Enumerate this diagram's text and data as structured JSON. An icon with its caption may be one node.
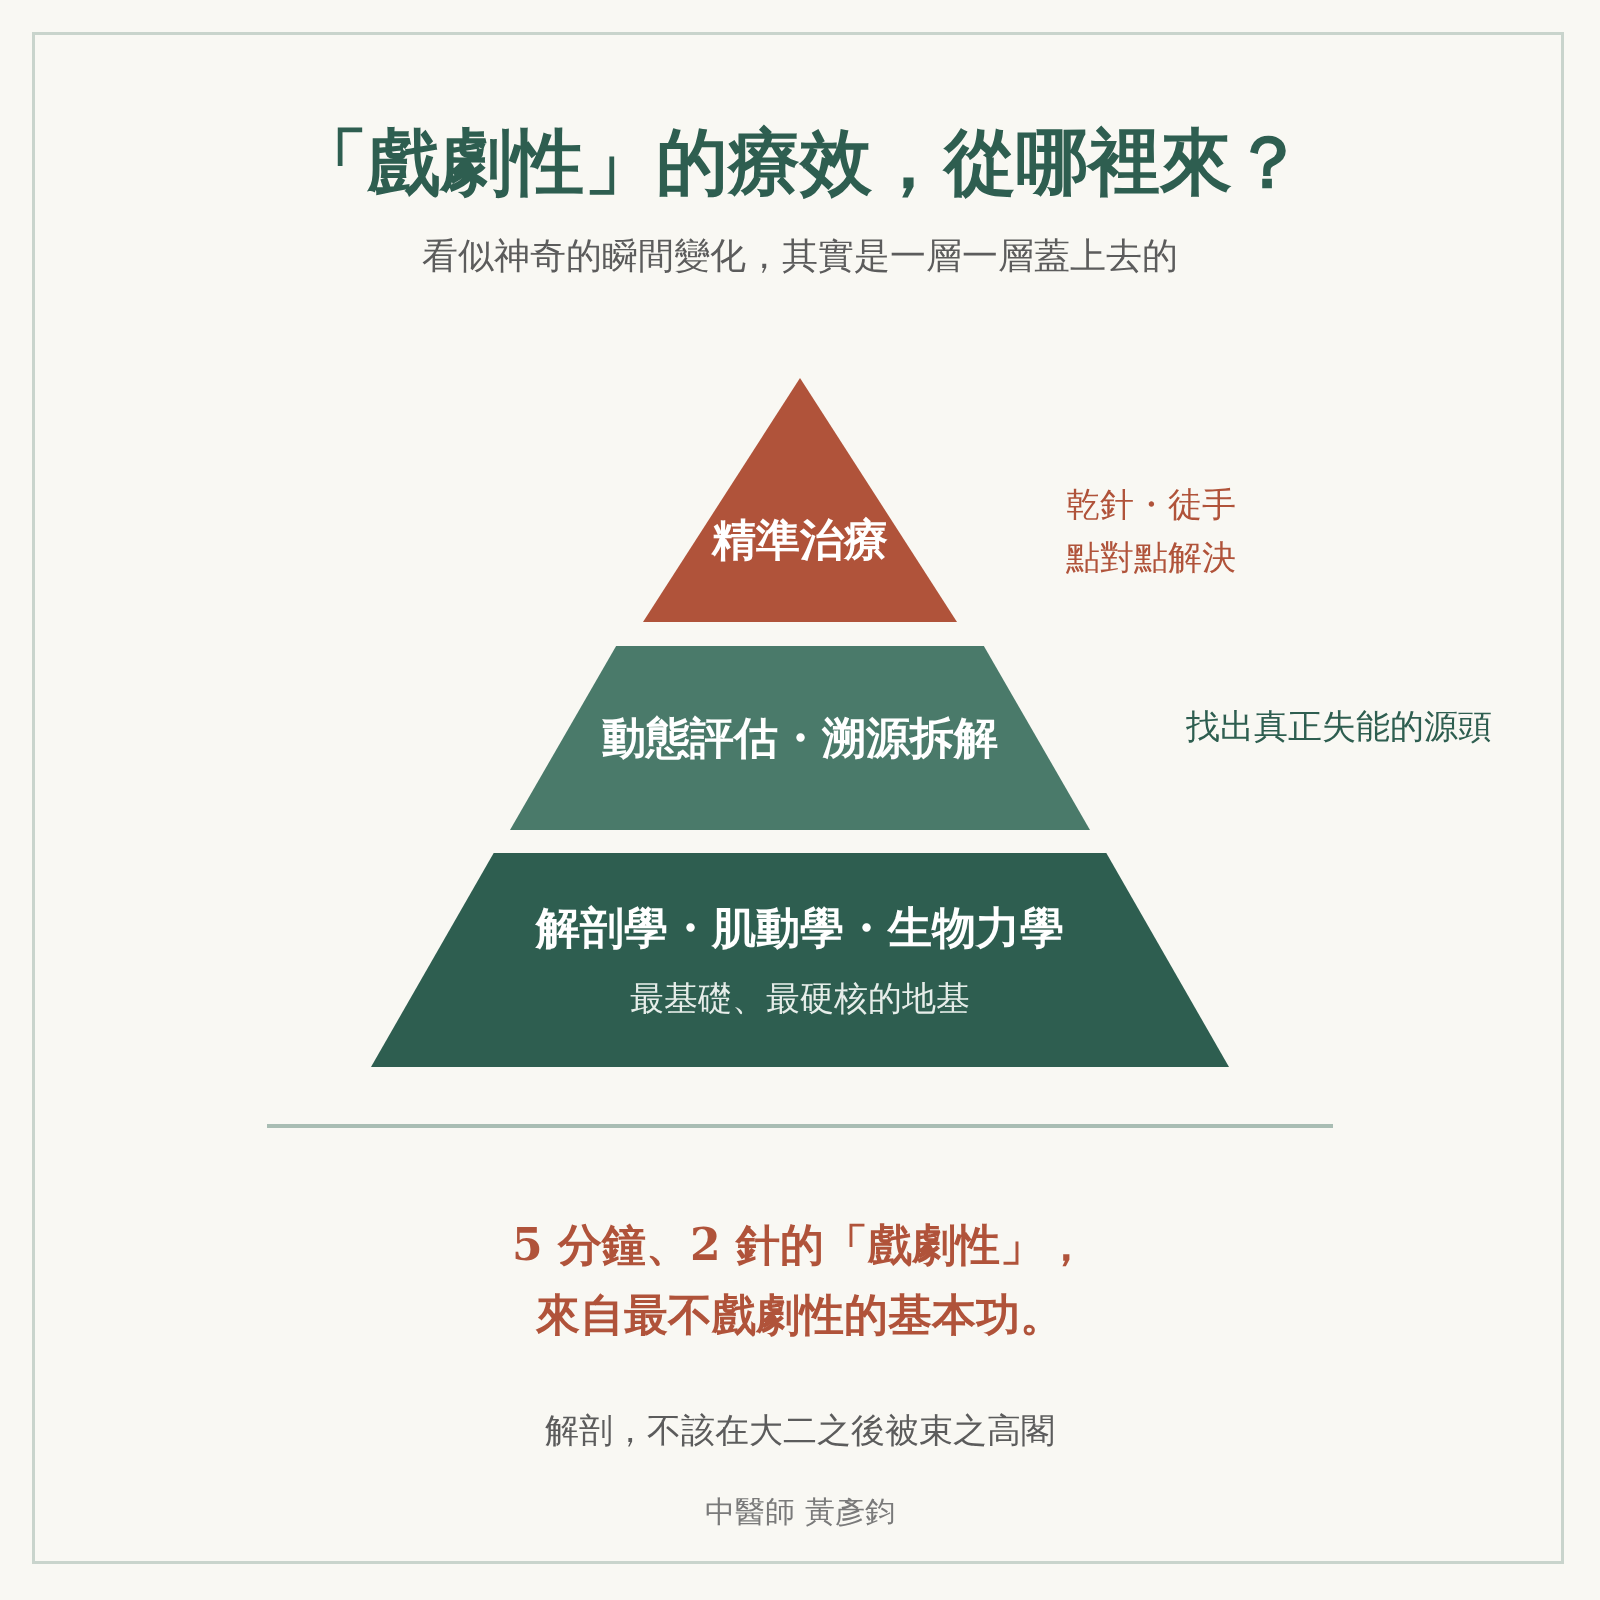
{
  "diagram": {
    "title": "「戲劇性」的療效，從哪裡來？",
    "nodes": [
      {
        "text": [
          "精準治療"
        ],
        "beside": [
          "乾針・徒手點對點解決"
        ]
      },
      {
        "text": [
          "動態評估・溯源拆解"
        ],
        "beside": [
          "找出真正失能的源頭"
        ]
      },
      {
        "text": [
          "解剖學・肌動學・生物力學",
          "最基礎、最硬核的地基"
        ]
      }
    ],
    "edges": [],
    "labels": [
      "看似神奇的瞬間變化，其實是一層一層蓋上去的",
      "5 分鐘、2 針的「戲劇性」，",
      "來自最不戲劇性的基本功。",
      "解剖，不該在大二之後被束之高閣",
      "中醫師 黃彥鈞"
    ]
  }
}
